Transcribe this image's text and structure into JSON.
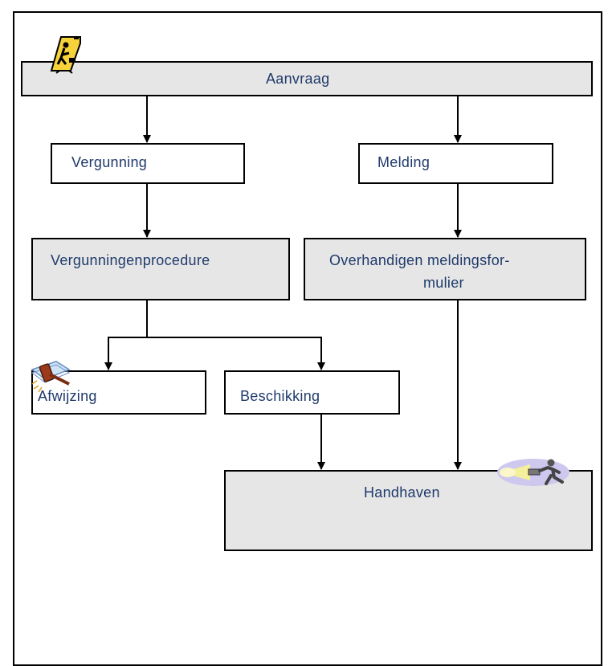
{
  "nodes": {
    "aanvraag": "Aanvraag",
    "vergunning": "Vergunning",
    "melding": "Melding",
    "vergunningenprocedure": "Vergunningenprocedure",
    "overhandigen_line1": "Overhandigen meldingsfor-",
    "overhandigen_line2": "mulier",
    "afwijzing": "Afwijzing",
    "beschikking": "Beschikking",
    "handhaven": "Handhaven"
  },
  "icons": {
    "aanvraag": "construction-worker-sign-icon",
    "afwijzing": "judge-gavel-icon",
    "handhaven": "flashlight-inspector-icon"
  },
  "colors": {
    "text": "#1f3a6b",
    "box_fill": "#e6e6e6",
    "border": "#000000"
  }
}
